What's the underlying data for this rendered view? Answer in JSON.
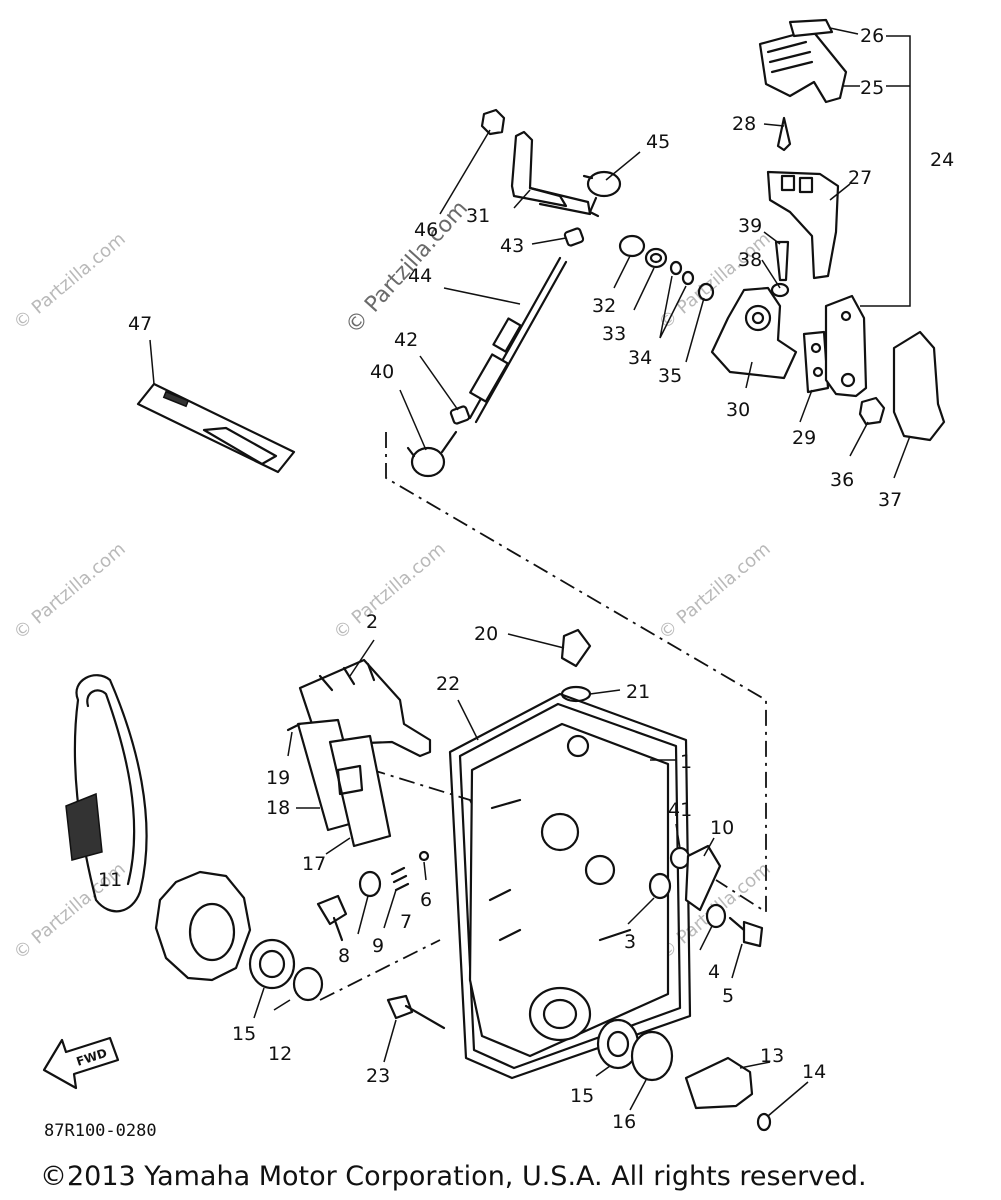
{
  "diagram": {
    "callouts": [
      "1",
      "2",
      "3",
      "4",
      "5",
      "6",
      "7",
      "8",
      "9",
      "10",
      "11",
      "12",
      "13",
      "14",
      "15",
      "15",
      "16",
      "17",
      "18",
      "19",
      "20",
      "21",
      "22",
      "23",
      "24",
      "25",
      "26",
      "27",
      "28",
      "29",
      "30",
      "31",
      "32",
      "33",
      "34",
      "35",
      "36",
      "37",
      "38",
      "39",
      "40",
      "41",
      "42",
      "43",
      "44",
      "45",
      "46",
      "47"
    ],
    "watermark": "© Partzilla.com",
    "arrow_label": "FWD",
    "drawing_code": "87R100-0280",
    "copyright": "©2013  Yamaha Motor Corporation, U.S.A. All rights reserved."
  }
}
